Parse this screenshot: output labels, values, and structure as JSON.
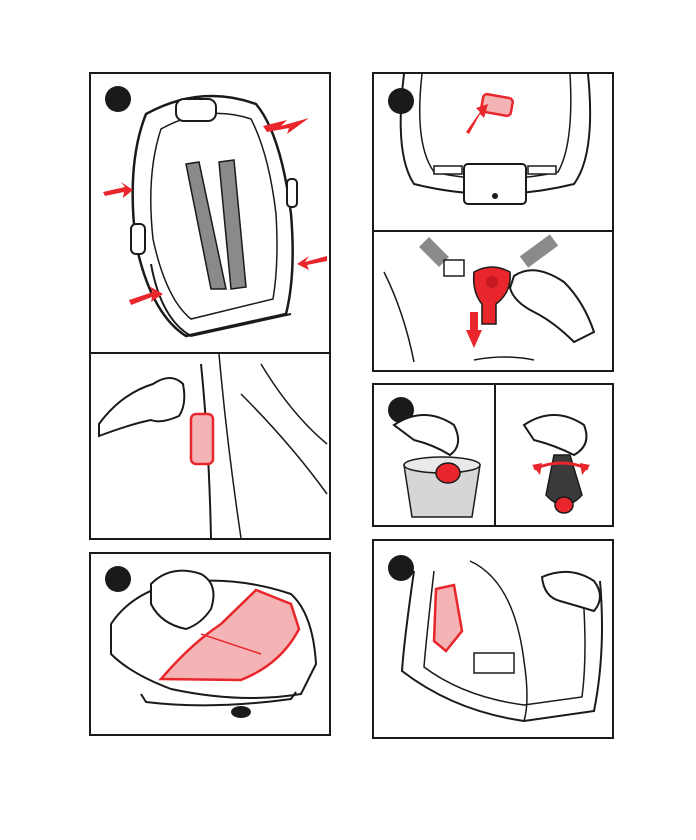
{
  "colors": {
    "ink": "#1a1a1a",
    "accent": "#e8262c",
    "accent_fill": "#f4b4b6",
    "grey_strap": "#8a8a8a",
    "light_grey": "#d6d6d6"
  },
  "panels": [
    {
      "id": "seat-release-arrows",
      "icons": [
        "arrow-icon",
        "step-badge-icon"
      ]
    },
    {
      "id": "hand-pad-removal",
      "icons": [
        "hand-icon",
        "pad-icon"
      ]
    },
    {
      "id": "hand-cover-removal",
      "icons": [
        "hand-icon",
        "cover-icon",
        "step-badge-icon"
      ]
    },
    {
      "id": "buckle-button-press",
      "icons": [
        "button-icon",
        "arrow-icon",
        "step-badge-icon"
      ]
    },
    {
      "id": "buckle-release",
      "icons": [
        "buckle-icon",
        "hand-icon",
        "arrow-icon"
      ]
    },
    {
      "id": "buckle-rinse",
      "icons": [
        "cup-icon",
        "buckle-icon",
        "rotate-arrow-icon",
        "step-badge-icon"
      ]
    },
    {
      "id": "base-pad-removal",
      "icons": [
        "pad-icon",
        "hand-icon",
        "step-badge-icon"
      ]
    }
  ]
}
